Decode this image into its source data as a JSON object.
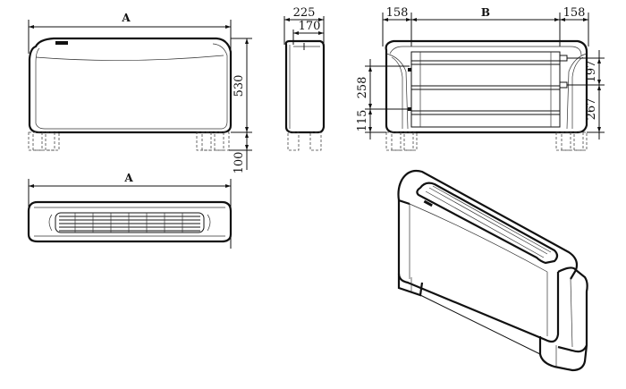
{
  "dimensions": {
    "front_width": "A",
    "front_height": "530",
    "feet_height": "100",
    "side_depth": "225",
    "side_inner_depth": "170",
    "rear_left": "158",
    "rear_center": "B",
    "rear_right": "158",
    "rear_197": "197",
    "rear_267": "267",
    "rear_258": "258",
    "rear_115": "115",
    "top_width": "A"
  }
}
